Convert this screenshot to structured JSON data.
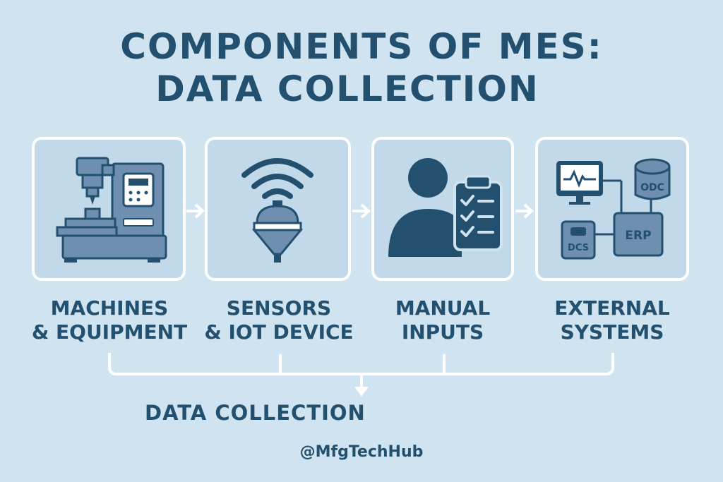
{
  "title": {
    "line1": "COMPONENTS OF MES:",
    "line2": "DATA COLLECTION"
  },
  "components": [
    {
      "line1": "MACHINES",
      "line2": "& EQUIPMENT",
      "icon": "cnc-machine-icon"
    },
    {
      "line1": "SENSORS",
      "line2": "& IOT DEVICE",
      "icon": "wireless-sensor-icon"
    },
    {
      "line1": "MANUAL",
      "line2": "INPUTS",
      "icon": "person-checklist-icon"
    },
    {
      "line1": "EXTERNAL",
      "line2": "SYSTEMS",
      "icon": "external-systems-network-icon"
    }
  ],
  "external_systems_icon_labels": {
    "odc": "ODC",
    "dcs": "DCS",
    "erp": "ERP"
  },
  "collection_label": "DATA COLLECTION",
  "handle": "@MfgTechHub",
  "colors": {
    "background": "#cfe3f0",
    "primary": "#24506f",
    "icon_mid": "#6f8fb0",
    "border": "#ffffff"
  }
}
